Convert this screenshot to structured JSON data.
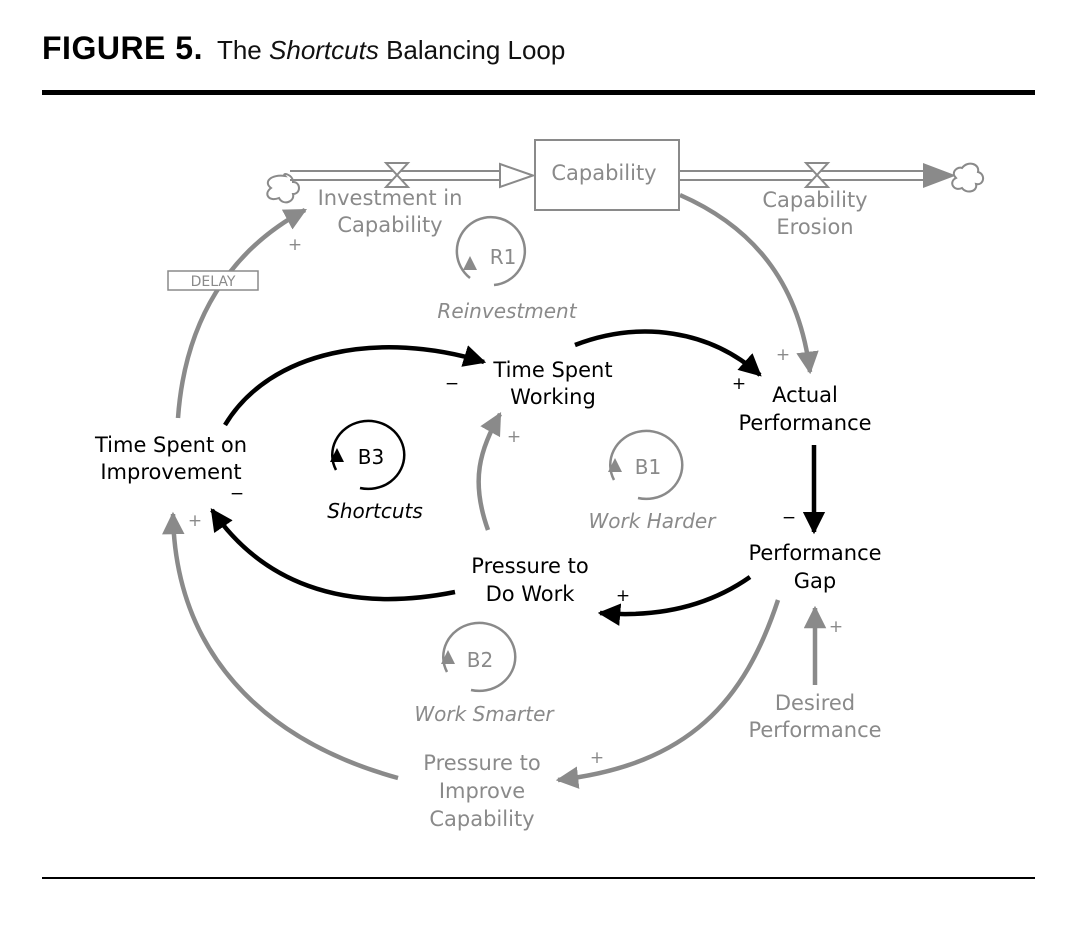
{
  "figure": {
    "label": "FIGURE 5.",
    "title_prefix": "The",
    "title_italic": "Shortcuts",
    "title_suffix": "Balancing Loop"
  },
  "nodes": {
    "capability": "Capability",
    "investment_line1": "Investment in",
    "investment_line2": "Capability",
    "erosion_line1": "Capability",
    "erosion_line2": "Erosion",
    "time_working_line1": "Time Spent",
    "time_working_line2": "Working",
    "actual_perf_line1": "Actual",
    "actual_perf_line2": "Performance",
    "time_improve_line1": "Time Spent on",
    "time_improve_line2": "Improvement",
    "perf_gap_line1": "Performance",
    "perf_gap_line2": "Gap",
    "pressure_work_line1": "Pressure to",
    "pressure_work_line2": "Do Work",
    "desired_line1": "Desired",
    "desired_line2": "Performance",
    "pressure_improve_line1": "Pressure to",
    "pressure_improve_line2": "Improve",
    "pressure_improve_line3": "Capability"
  },
  "delay_label": "DELAY",
  "loops": {
    "r1_id": "R1",
    "r1_name": "Reinvestment",
    "b3_id": "B3",
    "b3_name": "Shortcuts",
    "b1_id": "B1",
    "b1_name": "Work Harder",
    "b2_id": "B2",
    "b2_name": "Work Smarter"
  },
  "signs": {
    "invest_plus": "+",
    "actual_plus_grey": "+",
    "working_minus": "−",
    "actual_plus_black": "+",
    "working_plus_grey": "+",
    "improve_minus": "−",
    "improve_plus_grey": "+",
    "gap_minus": "−",
    "pressure_work_plus": "+",
    "gap_plus_grey": "+",
    "pressure_improve_plus": "+"
  },
  "colors": {
    "active_links": "#000000",
    "inactive_links": "#8a8a8a"
  }
}
